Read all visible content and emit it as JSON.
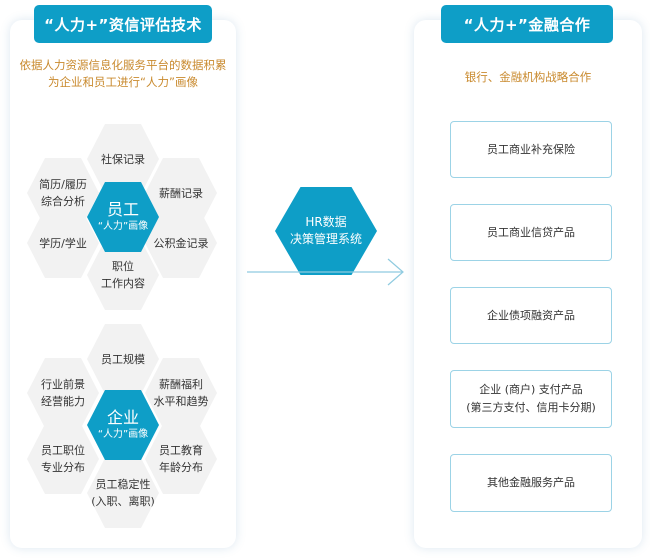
{
  "left": {
    "header": "“人力+”资信评估技术",
    "subtitle_line1": "依据人力资源信息化服务平台的数据积累",
    "subtitle_line2": "为企业和员工进行“人力”画像",
    "employee_cluster": {
      "center_main": "员工",
      "center_sub": "“人力”画像",
      "items": [
        [
          "社保记录"
        ],
        [
          "薪酬记录"
        ],
        [
          "公积金记录"
        ],
        [
          "职位",
          "工作内容"
        ],
        [
          "学历/学业"
        ],
        [
          "简历/履历",
          "综合分析"
        ]
      ]
    },
    "enterprise_cluster": {
      "center_main": "企业",
      "center_sub": "“人力”画像",
      "items": [
        [
          "员工规模"
        ],
        [
          "薪酬福利",
          "水平和趋势"
        ],
        [
          "员工教育",
          "年龄分布"
        ],
        [
          "员工稳定性",
          "(入职、离职)"
        ],
        [
          "员工职位",
          "专业分布"
        ],
        [
          "行业前景",
          "经营能力"
        ]
      ]
    }
  },
  "middle": {
    "line1": "HR数据",
    "line2": "决策管理系统"
  },
  "right": {
    "header": "“人力+”金融合作",
    "subtitle": "银行、金融机构战略合作",
    "products": [
      [
        "员工商业补充保险"
      ],
      [
        "员工商业信贷产品"
      ],
      [
        "企业债项融资产品"
      ],
      [
        "企业 (商户) 支付产品",
        "(第三方支付、信用卡分期)"
      ],
      [
        "其他金融服务产品"
      ]
    ]
  },
  "colors": {
    "accent": "#0e9ec7",
    "subtitle": "#c98a2e",
    "hex_gray": "#f2f2f2",
    "border": "#9cd3e6"
  }
}
